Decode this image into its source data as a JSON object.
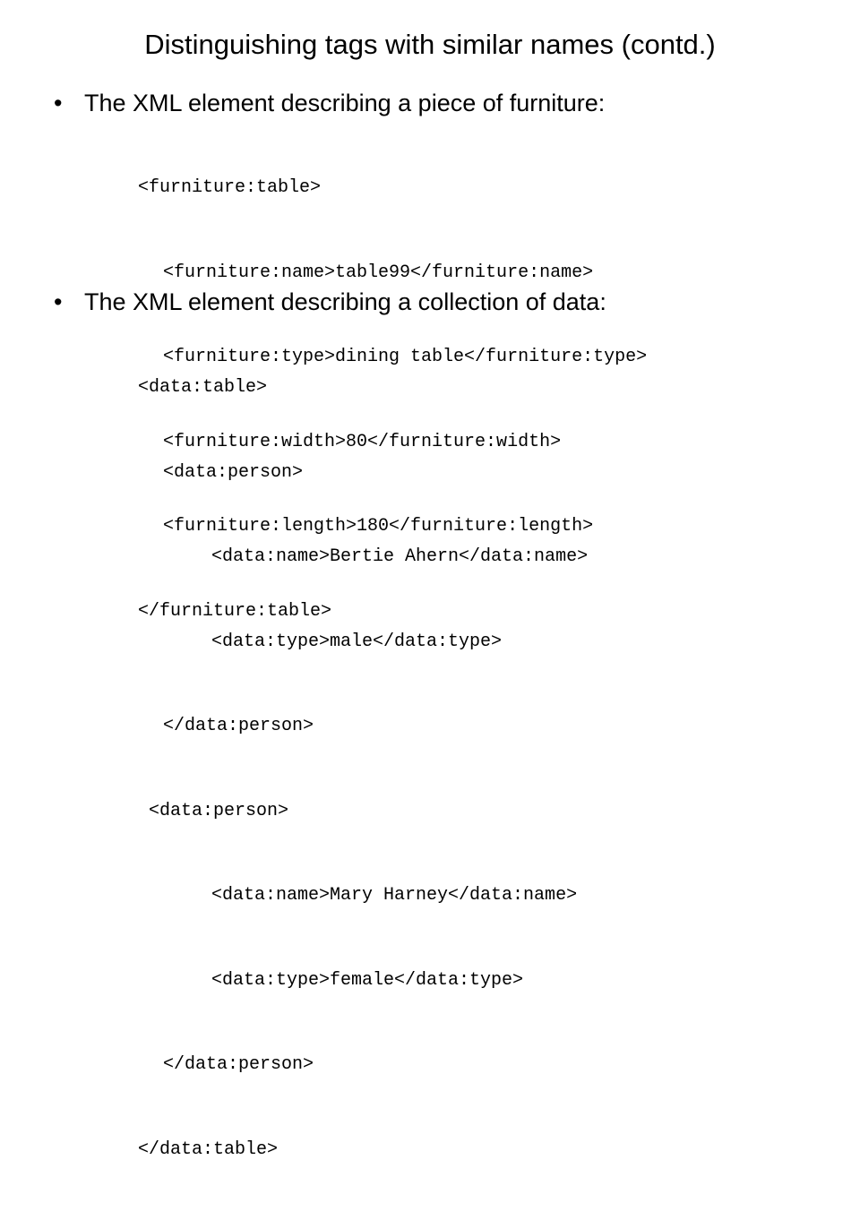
{
  "slide": {
    "title": "Distinguishing tags with similar names (contd.)",
    "bullets": [
      {
        "marker": "•",
        "text": "The XML element describing a piece of furniture:",
        "code_lines": [
          "<furniture:table>",
          "<furniture:name>table99</furniture:name>",
          "<furniture:type>dining table</furniture:type>",
          "<furniture:width>80</furniture:width>",
          "<furniture:length>180</furniture:length>",
          "</furniture:table>"
        ]
      },
      {
        "marker": "•",
        "text": "The XML element describing a collection of data:",
        "code_lines": [
          "<data:table>",
          "<data:person>",
          "<data:name>Bertie Ahern</data:name>",
          "<data:type>male</data:type>",
          "</data:person>",
          "<data:person>",
          "<data:name>Mary Harney</data:name>",
          "<data:type>female</data:type>",
          "</data:person>",
          "</data:table>"
        ]
      }
    ]
  }
}
